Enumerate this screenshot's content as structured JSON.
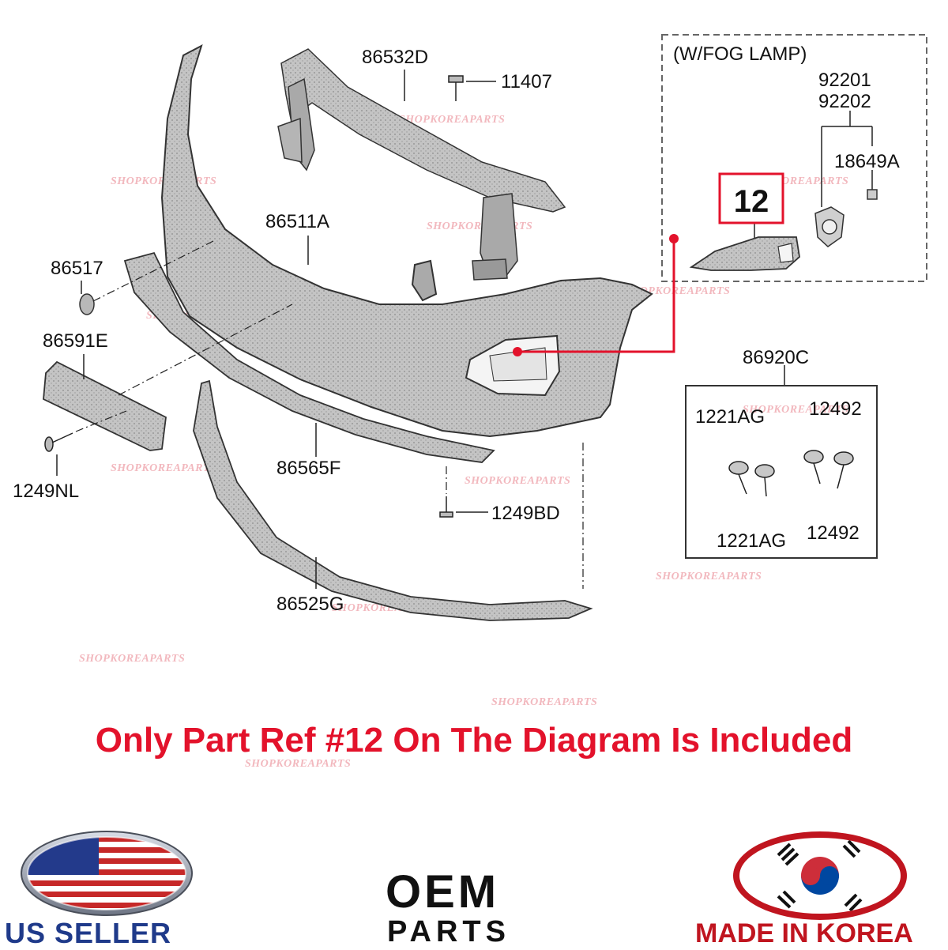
{
  "fog_lamp_title": "(W/FOG LAMP)",
  "highlight_ref": "12",
  "part_labels": {
    "p86532D": "86532D",
    "p11407": "11407",
    "p92201": "92201",
    "p92202": "92202",
    "p18649A": "18649A",
    "p86511A": "86511A",
    "p86517": "86517",
    "p86591E": "86591E",
    "p86920C": "86920C",
    "p1221AG_a": "1221AG",
    "p12492_a": "12492",
    "p1221AG_b": "1221AG",
    "p12492_b": "12492",
    "p1249NL": "1249NL",
    "p86565F": "86565F",
    "p1249BD": "1249BD",
    "p86525G": "86525G"
  },
  "watermark": "SHOPKOREAPARTS",
  "notice": "Only Part Ref #12 On The Diagram Is Included",
  "footer": {
    "us_seller": "US SELLER",
    "oem": "OEM",
    "parts": "PARTS",
    "made_in_korea": "MADE IN KOREA"
  },
  "colors": {
    "accent_red": "#e3122b",
    "part_gray": "#bfbfbf",
    "us_blue": "#1f3a8a",
    "korea_red": "#c0151f"
  },
  "icons": [
    "us-flag-badge-icon",
    "korea-flag-badge-icon"
  ]
}
